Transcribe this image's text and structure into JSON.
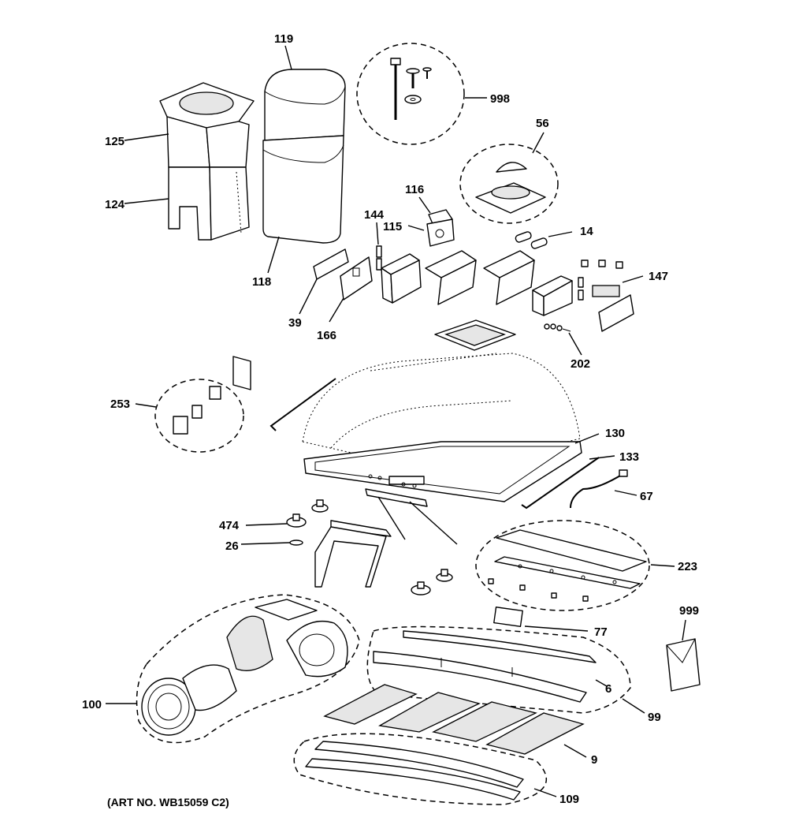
{
  "art_number": "(ART NO. WB15059 C2)",
  "callouts": {
    "c119": "119",
    "c998": "998",
    "c125": "125",
    "c124": "124",
    "c118": "118",
    "c56": "56",
    "c116": "116",
    "c144": "144",
    "c115": "115",
    "c14": "14",
    "c147": "147",
    "c39": "39",
    "c166": "166",
    "c202": "202",
    "c253": "253",
    "c130": "130",
    "c133": "133",
    "c67": "67",
    "c474": "474",
    "c26": "26",
    "c223": "223",
    "c77": "77",
    "c999": "999",
    "c6": "6",
    "c99": "99",
    "c100": "100",
    "c9": "9",
    "c109": "109"
  }
}
